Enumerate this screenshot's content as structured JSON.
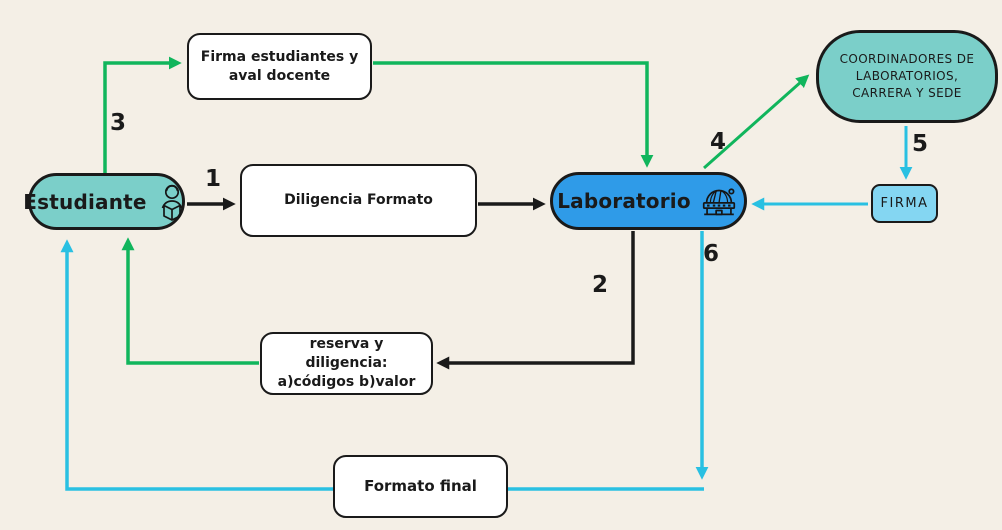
{
  "colors": {
    "background": "#F4EFE6",
    "teal_node": "#7BCFC9",
    "blue_node": "#2F9BE8",
    "light_blue_node": "#84D6F2",
    "green_arrow": "#10B55C",
    "cyan_arrow": "#29C0E2",
    "ink": "#1A1A1A"
  },
  "nodes": {
    "estudiante": {
      "label": "Estudiante",
      "icon": "student-reading-icon"
    },
    "firma_estudiantes": {
      "label": "Firma estudiantes y aval docente"
    },
    "diligencia": {
      "label": "Diligencia Formato"
    },
    "laboratorio": {
      "label": "Laboratorio",
      "icon": "observatory-icon"
    },
    "coordinadores": {
      "label": "COORDINADORES DE LABORATORIOS, CARRERA Y SEDE"
    },
    "firma": {
      "label": "FIRMA"
    },
    "reserva": {
      "line1": "reserva y diligencia:",
      "line2": "a)códigos b)valor"
    },
    "formato_final": {
      "label": "Formato final"
    }
  },
  "step_labels": {
    "s1": "1",
    "s2": "2",
    "s3": "3",
    "s4": "4",
    "s5": "5",
    "s6": "6"
  }
}
